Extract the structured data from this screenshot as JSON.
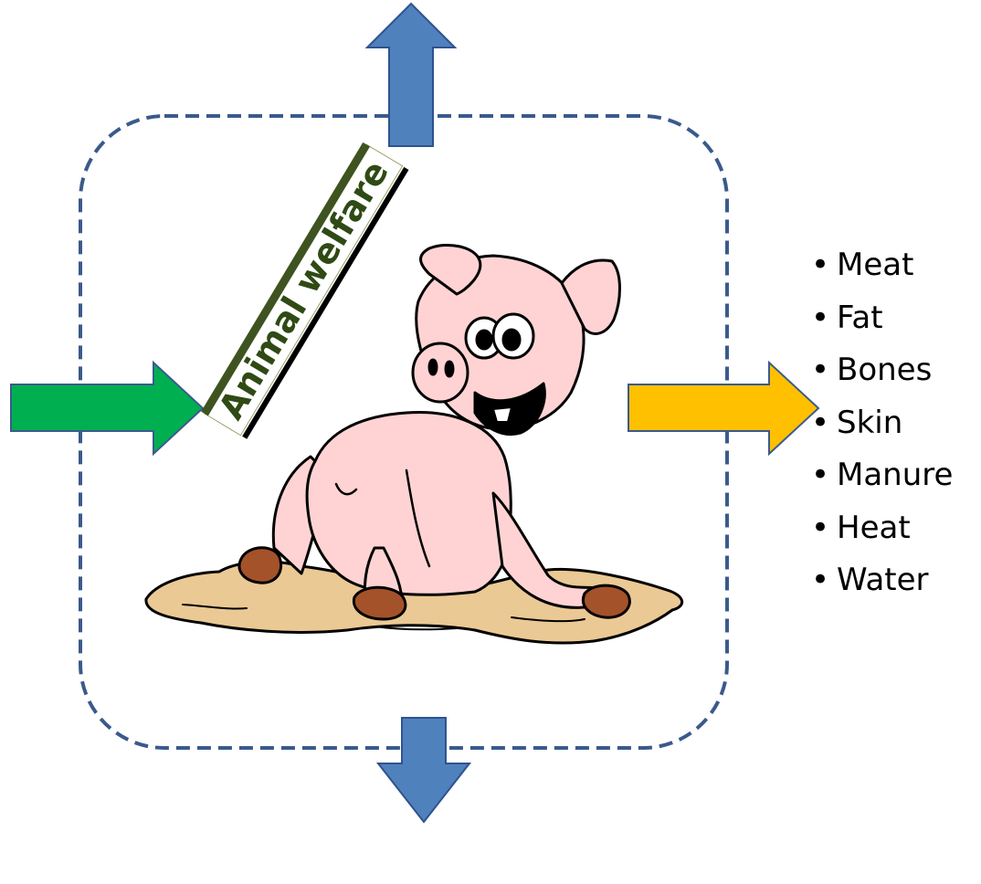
{
  "label": "Animal welfare",
  "outputs": [
    "Meat",
    "Fat",
    "Bones",
    "Skin",
    "Manure",
    "Heat",
    "Water"
  ],
  "icons": {
    "top": "arrow-up-icon",
    "bottom": "arrow-down-icon",
    "left": "arrow-right-input-icon",
    "right": "arrow-right-output-icon",
    "animal": "pig-illustration"
  },
  "colors": {
    "boundary": "#3a5a8c",
    "top_bottom_arrows": "#4f81bd",
    "input_arrow": "#00b050",
    "output_arrow": "#ffc000",
    "label_text": "#2f4a14",
    "pig": "#ffd3d3",
    "mud": "#ebc994",
    "hooves": "#a4522a"
  }
}
